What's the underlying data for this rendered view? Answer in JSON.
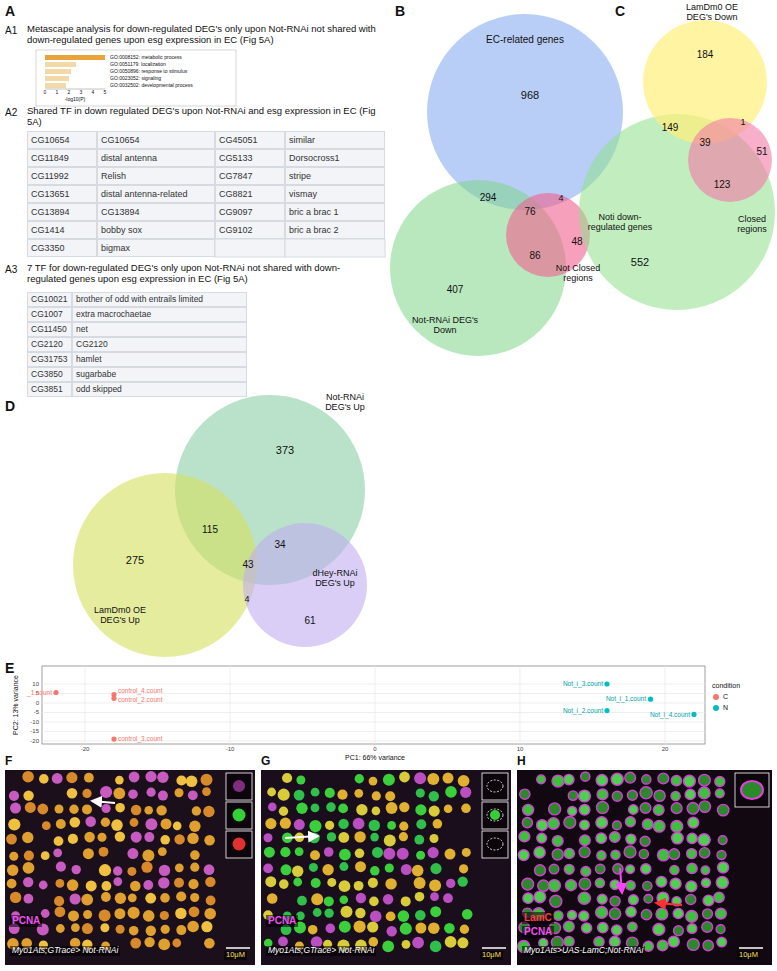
{
  "diagram": {
    "labels": [
      "A",
      "A1",
      "Metascape analysis for down-regulated DEG's only upon Not-RNAi not shared with down-regulated genes upon esg expression in EC (Fig 5A)",
      "GO:0008152: metabolic process",
      "GO:0051179: localization",
      "GO:0050896: response to stimulus",
      "GO:0023052: signaling",
      "GO:0032502: developmental process",
      "-log10(P)",
      "0",
      "1",
      "2",
      "3",
      "4",
      "5",
      "A2",
      "Shared TF in down regulated DEG's upon Not-RNAi and esg expression in EC (Fig 5A)",
      "CG10654",
      "CG10654",
      "CG45051",
      "similar",
      "CG11849",
      "distal antenna",
      "CG5133",
      "Dorsocross1",
      "CG11992",
      "Relish",
      "CG7847",
      "stripe",
      "CG13651",
      "distal antenna-related",
      "CG8821",
      "vismay",
      "CG13894",
      "CG13894",
      "CG9097",
      "bric a brac 1",
      "CG1414",
      "bobby sox",
      "CG9102",
      "bric a brac 2",
      "CG3350",
      "bigmax",
      "A3",
      "7 TF for down-regulated DEG's only upon Not-RNAi not shared with down-regulated genes upon esg expression in EC (Fig 5A)",
      "CG10021",
      "brother of odd with entrails limited",
      "CG1007",
      "extra macrochaetae",
      "CG11450",
      "net",
      "CG2120",
      "CG2120",
      "CG31753",
      "hamlet",
      "CG3850",
      "sugarbabe",
      "CG3851",
      "odd skipped",
      "B",
      "EC-related genes",
      "968",
      "294",
      "407",
      "76",
      "4",
      "48",
      "86",
      "Not-RNAi DEG's Down",
      "Not Closed regions",
      "C",
      "LamDm0 OE DEG's Down",
      "184",
      "149",
      "1",
      "39",
      "51",
      "123",
      "552",
      "Closed regions",
      "Noti down-regulated genes",
      "D",
      "Not-RNAi DEG's Up",
      "373",
      "115",
      "275",
      "43",
      "34",
      "4",
      "61",
      "LamDm0 OE DEG's Up",
      "dHey-RNAi DEG's Up",
      "E",
      "10",
      "5",
      "0",
      "-5",
      "-10",
      "-15",
      "-20",
      "-20",
      "-10",
      "0",
      "10",
      "20",
      "PC1: 66% variance",
      "PC2: 13% variance",
      "condition",
      "_1.count",
      "control_4.count",
      "control_2.count",
      "control_3.count",
      "Not_i_3.count",
      "Not_i_1.count",
      "Not_i_2.count",
      "Not_i_4.count",
      "F",
      "PCNA",
      "Myo1Ats;GTrace> Not-RNAi",
      "10μM",
      "G",
      "PCNA",
      "Myo1Ats;GTrace> Not-RNAi",
      "10μM",
      "H",
      "LamC",
      "PCNA",
      "Myo1Ats>UAS-LamC;Not-RNAi",
      "10μM"
    ],
    "legend": [
      {
        "text": "C",
        "color": "#F8766D"
      },
      {
        "text": "N",
        "color": "#00BFC4"
      }
    ]
  }
}
